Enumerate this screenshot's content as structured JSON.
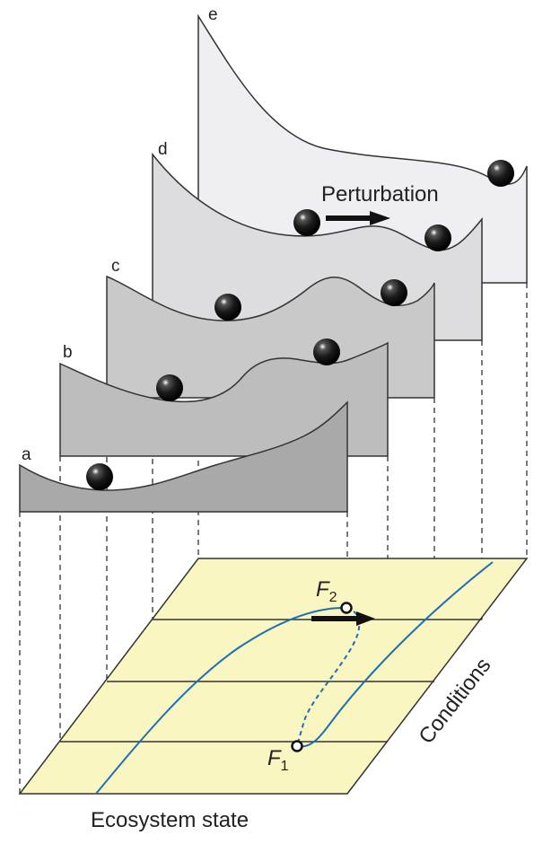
{
  "panels": {
    "a": "a",
    "b": "b",
    "c": "c",
    "d": "d",
    "e": "e"
  },
  "perturbation_label": "Perturbation",
  "plane": {
    "x_label": "Ecosystem state",
    "y_label": "Conditions",
    "f1_letter": "F",
    "f1_sub": "1",
    "f2_letter": "F",
    "f2_sub": "2"
  },
  "colors": {
    "panel_a": "#a9a9a9",
    "panel_b": "#bdbdbd",
    "panel_c": "#c9c9c9",
    "panel_d": "#dddddf",
    "panel_e": "#efeef2",
    "plane": "#faf6c1",
    "curve": "#1a6fb5",
    "ball": "#111111"
  }
}
